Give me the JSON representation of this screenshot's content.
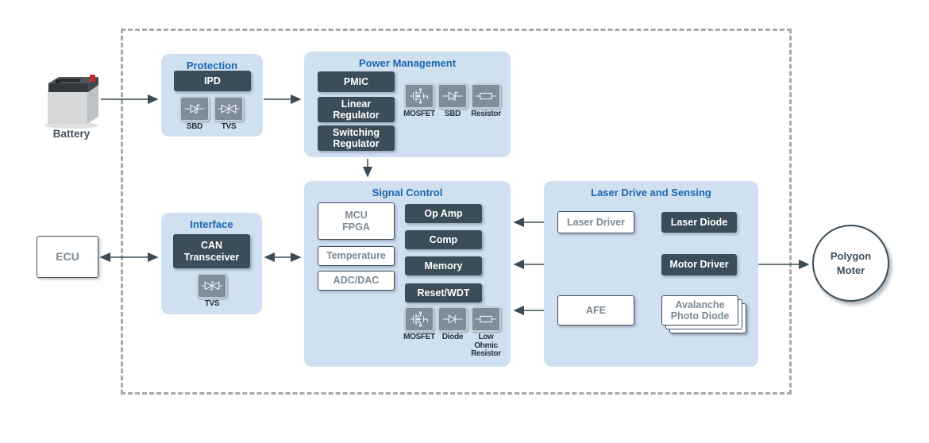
{
  "colors": {
    "accent_blue": "#1c67b0",
    "container_blue": "#cfe0f1",
    "chip_dark": "#3b4d59",
    "chip_text_gray": "#7b8994",
    "icon_tile_gray": "#7e8d99",
    "arrow": "#3a4b57",
    "boundary_dash": "#a9a9a9"
  },
  "battery": {
    "label": "Battery"
  },
  "ecu": {
    "label": "ECU"
  },
  "polygon_motor": {
    "label": "Polygon\nMoter"
  },
  "protection": {
    "title": "Protection",
    "chip": "IPD",
    "icons": [
      "SBD",
      "TVS"
    ]
  },
  "power_management": {
    "title": "Power Management",
    "chips": [
      "PMIC",
      "Linear\nRegulator",
      "Switching\nRegulator"
    ],
    "icons": [
      "MOSFET",
      "SBD",
      "Resistor"
    ]
  },
  "signal_control": {
    "title": "Signal Control",
    "input_chips": [
      "MCU\nFPGA",
      "Temperature",
      "ADC/DAC"
    ],
    "function_chips": [
      "Op Amp",
      "Comp",
      "Memory",
      "Reset/WDT"
    ],
    "icons": [
      "MOSFET",
      "Diode",
      "Low\nOhmic\nResistor"
    ]
  },
  "laser_drive": {
    "title": "Laser Drive and Sensing",
    "laser_driver": "Laser Driver",
    "laser_diode": "Laser Diode",
    "motor_driver": "Motor Driver",
    "afe": "AFE",
    "apd": "Avalanche\nPhoto Diode"
  },
  "interface": {
    "title": "Interface",
    "chip": "CAN\nTransceiver",
    "icon": "TVS"
  }
}
